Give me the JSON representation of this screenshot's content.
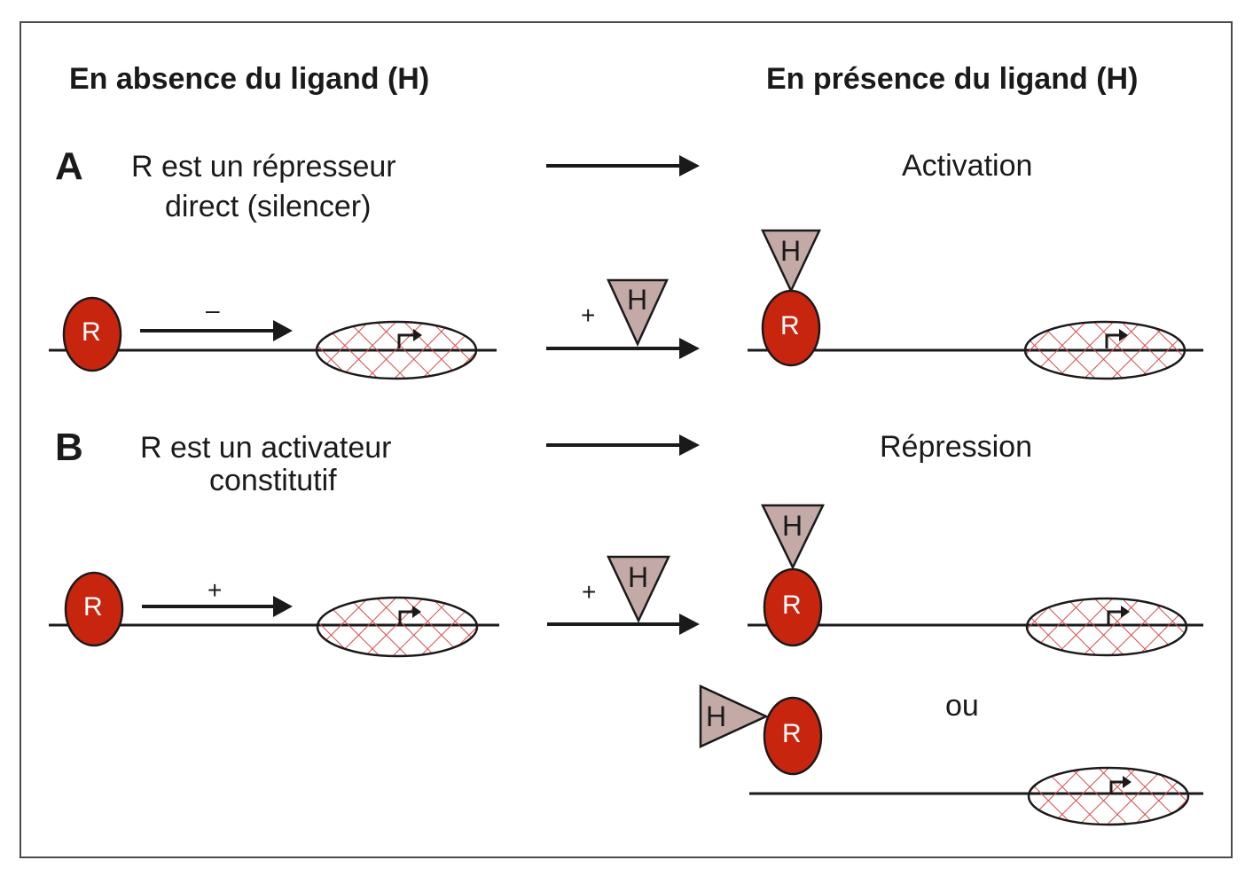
{
  "headers": {
    "left": "En absence du ligand (H)",
    "right": "En présence du ligand (H)"
  },
  "panel_a": {
    "letter": "A",
    "description_line1": "R est un répresseur",
    "description_line2": "direct (silencer)",
    "outcome": "Activation",
    "effect_sign": "–",
    "ligand_sign": "+"
  },
  "panel_b": {
    "letter": "B",
    "description_line1": "R est un activateur",
    "description_line2": "constitutif",
    "outcome": "Répression",
    "effect_sign": "+",
    "ligand_sign": "+",
    "alternative": "ou"
  },
  "glyphs": {
    "receptor": "R",
    "ligand": "H"
  },
  "colors": {
    "receptor_fill": "#c8250f",
    "ligand_fill": "#c4aaa6",
    "hatch": "#d84a4a",
    "line": "#1a1a1a"
  }
}
